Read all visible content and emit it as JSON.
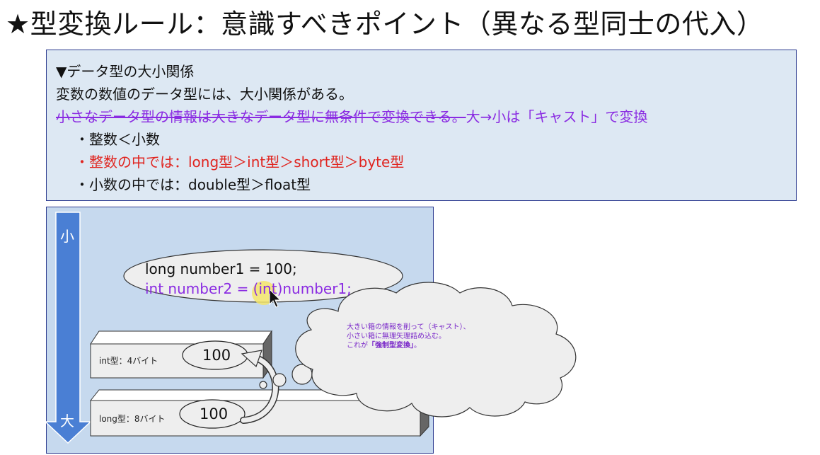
{
  "title": "★型変換ルール：意識すべきポイント（異なる型同士の代入）",
  "info": {
    "heading": "▼データ型の大小関係",
    "line1": "変数の数値のデータ型には、大小関係がある。",
    "struck": "小さなデータ型の情報は大きなデータ型に無条件で変換できる。",
    "cast_note": "大→小は「キャスト」で変換",
    "bullet1": "・整数＜小数",
    "bullet2": "・整数の中では：long型＞int型＞short型＞byte型",
    "bullet3": "・小数の中では：double型＞float型"
  },
  "diagram": {
    "arrow_top": "小",
    "arrow_bottom": "大",
    "code_line1": "long number1 = 100;",
    "code_line2": "int number2 = (int)number1;",
    "int_box_label": "int型：4バイト",
    "int_value": "100",
    "long_box_label": "long型：8バイト",
    "long_value": "100",
    "cloud_line1": "大きい箱の情報を削って（キャスト）、",
    "cloud_line2": "小さい箱に無理矢理詰め込む。",
    "cloud_line3_pre": "これが",
    "cloud_line3_bold": "「強制型変換」",
    "cloud_line3_post": "。"
  },
  "colors": {
    "purple": "#8a2be2",
    "red": "#e0241f",
    "arrow_blue": "#4a7fd4",
    "panel_bg": "#dde8f3",
    "diagram_bg": "#c6d9ee",
    "border": "#2b3a8f"
  },
  "icons": [
    "mouse-cursor-icon",
    "curved-arrow-icon",
    "down-arrow-icon"
  ]
}
